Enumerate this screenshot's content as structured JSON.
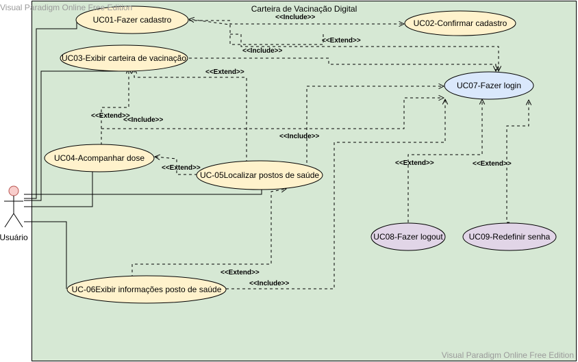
{
  "watermarks": {
    "top": "Visual Paradigm Online Free Edition",
    "bottom": "Visual Paradigm Online Free Edition"
  },
  "system": {
    "title": "Carteira de Vacinação Digital"
  },
  "actor": {
    "name": "Usuário"
  },
  "colors": {
    "system_fill": "#d6e8d4",
    "system_border": "#000000",
    "uc_default_fill": "#fff2cc",
    "uc_login_fill": "#dae8fc",
    "uc_pink_fill": "#e1d5e7",
    "actor_head_fill": "#f8cecc",
    "actor_head_stroke": "#b85450",
    "line": "#000000"
  },
  "use_cases": {
    "uc01": "UC01-Fazer cadastro",
    "uc02": "UC02-Confirmar cadastro",
    "uc03": "UC03-Exibir carteira de vacinação",
    "uc04": "UC04-Acompanhar dose",
    "uc05": "UC-05Localizar postos de saúde",
    "uc06": "UC-06Exibir informações posto de saúde",
    "uc07": "UC07-Fazer login",
    "uc08": "UC08-Fazer logout",
    "uc09": "UC09-Redefinir senha"
  },
  "relations": {
    "uc01_uc02": "<<Include>>",
    "uc02_uc01": "<<Extend>>",
    "uc01_uc07": "<<Include>>",
    "uc05_uc03": "<<Extend>>",
    "uc04_uc03": "<<Extend>>",
    "uc04_uc07": "<<Include>>",
    "uc03_uc07": "<<Include>>",
    "uc05_uc04": "<<Extend>>",
    "uc08_uc07": "<<Extend>>",
    "uc09_uc07": "<<Extend>>",
    "uc06_uc05": "<<Extend>>",
    "uc06_uc07": "<<Include>>"
  }
}
